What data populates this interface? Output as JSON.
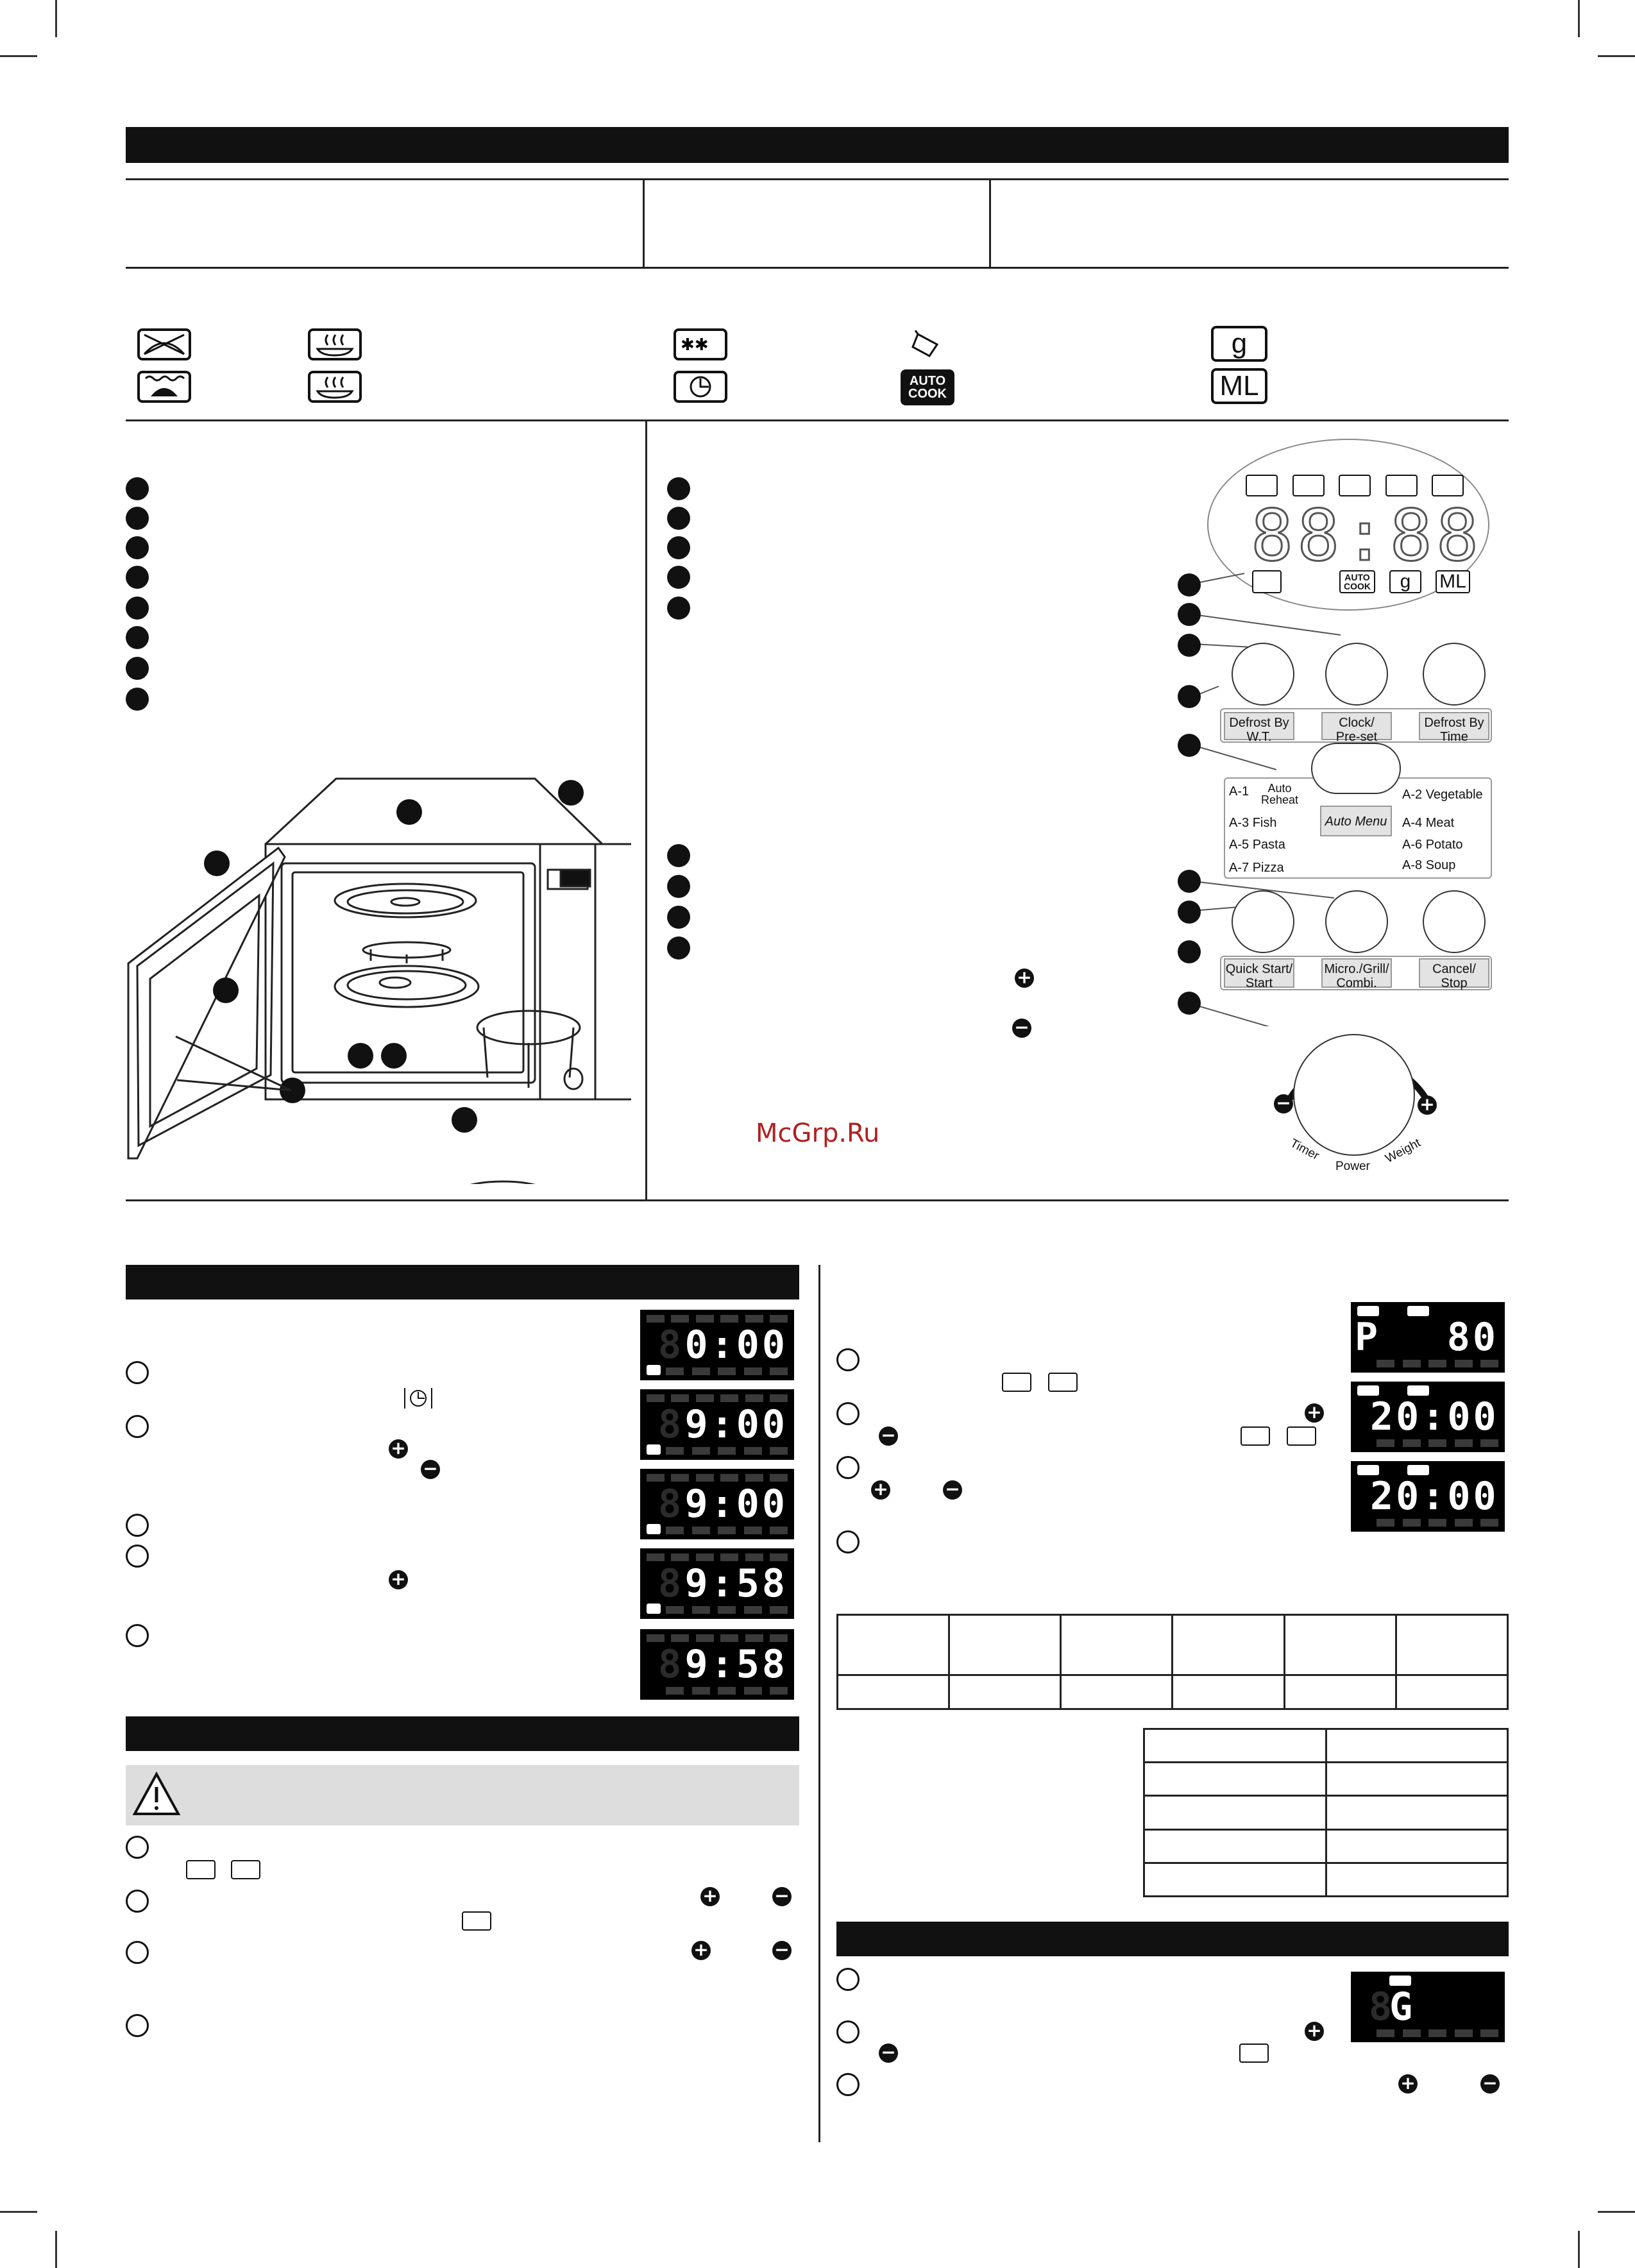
{
  "watermark": "McGrp.Ru",
  "panel": {
    "auto_menu_label": "Auto Menu",
    "auto_menu": [
      {
        "code": "A-1",
        "name": "Auto\nReheat"
      },
      {
        "code": "A-2",
        "name": "Vegetable"
      },
      {
        "code": "A-3",
        "name": "Fish"
      },
      {
        "code": "A-4",
        "name": "Meat"
      },
      {
        "code": "A-5",
        "name": "Pasta"
      },
      {
        "code": "A-6",
        "name": "Potato"
      },
      {
        "code": "A-7",
        "name": "Pizza"
      },
      {
        "code": "A-8",
        "name": "Soup"
      }
    ],
    "buttons_row1": [
      "Defrost By\nW.T.",
      "Clock/\nPre-set",
      "Defrost By\nTime"
    ],
    "buttons_row2": [
      "Quick Start/\nStart",
      "Micro./Grill/\nCombi.",
      "Cancel/\nStop"
    ],
    "dial_labels": {
      "timer": "Timer",
      "power": "Power",
      "weight": "Weight"
    },
    "display_digits": "88:88",
    "display_icons": {
      "auto_cook": "AUTO\nCOOK",
      "gram": "g",
      "ml": "ML"
    }
  },
  "legend_icons": {
    "gram": "g",
    "ml": "ML",
    "auto_cook": "AUTO\nCOOK"
  },
  "clock_displays": [
    "0:00",
    "9:00",
    "9:00",
    "9:58",
    "9:58"
  ],
  "micro_displays": [
    "P",
    "80",
    "20:00",
    "20:00"
  ],
  "grill_display": "G",
  "grill_ghost": "8",
  "clock_ghost": "8",
  "colors": {
    "ink": "#111111",
    "panel_grey": "#e3e3e3",
    "warning_grey": "#dddddd",
    "lcd_bg": "#000000",
    "watermark": "#b02020"
  },
  "icons": [
    "microwave-icon",
    "grill-icon",
    "combi-icon",
    "defrost-icon",
    "clock-icon",
    "weight-defrost-icon",
    "auto-cook-icon",
    "gram-icon",
    "ml-icon",
    "warning-icon",
    "plus-icon",
    "minus-icon"
  ]
}
